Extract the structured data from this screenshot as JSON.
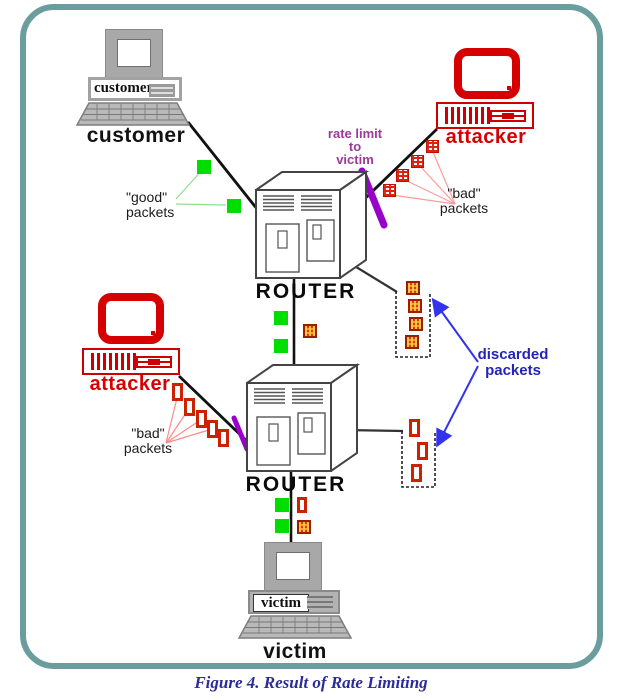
{
  "figure": {
    "caption": "Figure 4. Result of Rate Limiting"
  },
  "nodes": {
    "customer": {
      "unit_label": "customer",
      "label": "customer"
    },
    "attacker_top": {
      "label": "attacker"
    },
    "attacker_left": {
      "label": "attacker"
    },
    "victim": {
      "unit_label": "victim",
      "label": "victim"
    },
    "router_top": {
      "label": "ROUTER"
    },
    "router_bottom": {
      "label": "ROUTER"
    }
  },
  "annotations": {
    "good_packets": {
      "line1": "\"good\"",
      "line2": "packets"
    },
    "bad_packets_top": {
      "line1": "\"bad\"",
      "line2": "packets"
    },
    "bad_packets_left": {
      "line1": "\"bad\"",
      "line2": "packets"
    },
    "rate_limit": {
      "line1": "rate limit",
      "line2": "to",
      "line3": "victim"
    },
    "discarded": {
      "line1": "discarded",
      "line2": "packets"
    }
  },
  "colors": {
    "border_teal": "#6b9c9e",
    "good_packet_green": "#00dd00",
    "attacker_red": "#d60000",
    "bad_packet_red": "#cc2200",
    "rate_limit_bar_purple": "#9900cc",
    "rate_limit_text": "#9a3a99",
    "discarded_text_blue": "#2424bb",
    "arrow_blue": "#3333ee",
    "caption_blue": "#2b2b9a"
  }
}
